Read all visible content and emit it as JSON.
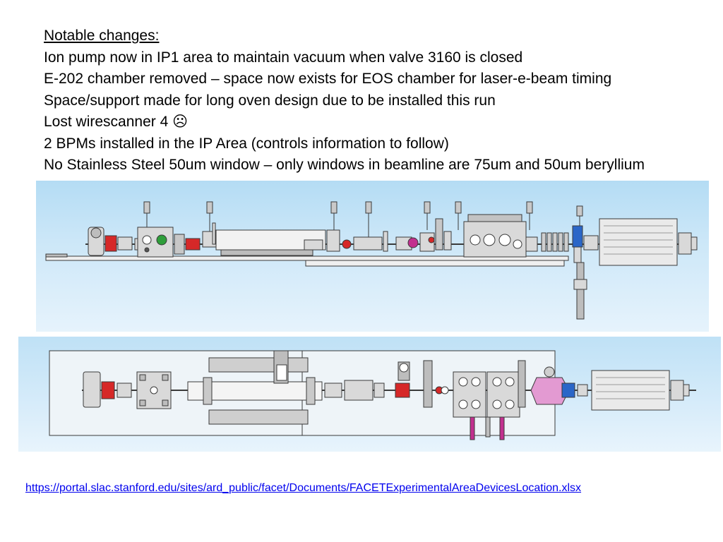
{
  "notes": {
    "heading": "Notable changes: ",
    "lines": [
      "Ion pump now in IP1 area to maintain vacuum when valve 3160 is closed",
      "E-202 chamber removed – space now exists for EOS chamber for laser-e-beam timing",
      "Space/support made for long oven design due to be installed this run",
      "Lost wirescanner 4 ☹",
      "2 BPMs installed in the IP Area (controls information to follow)",
      "No Stainless Steel 50um window – only windows in beamline are 75um and 50um beryllium"
    ]
  },
  "link": {
    "text": "https://portal.slac.stanford.edu/sites/ard_public/facet/Documents/FACETExperimentalAreaDevicesLocation.xlsx"
  },
  "colors": {
    "metal": "#d9d9d9",
    "outline": "#3a3a3a",
    "accent_red": "#d62828",
    "accent_green": "#2e9e3a",
    "accent_magenta": "#c2308f",
    "accent_blue": "#2a66c8",
    "link": "#0000ee"
  }
}
